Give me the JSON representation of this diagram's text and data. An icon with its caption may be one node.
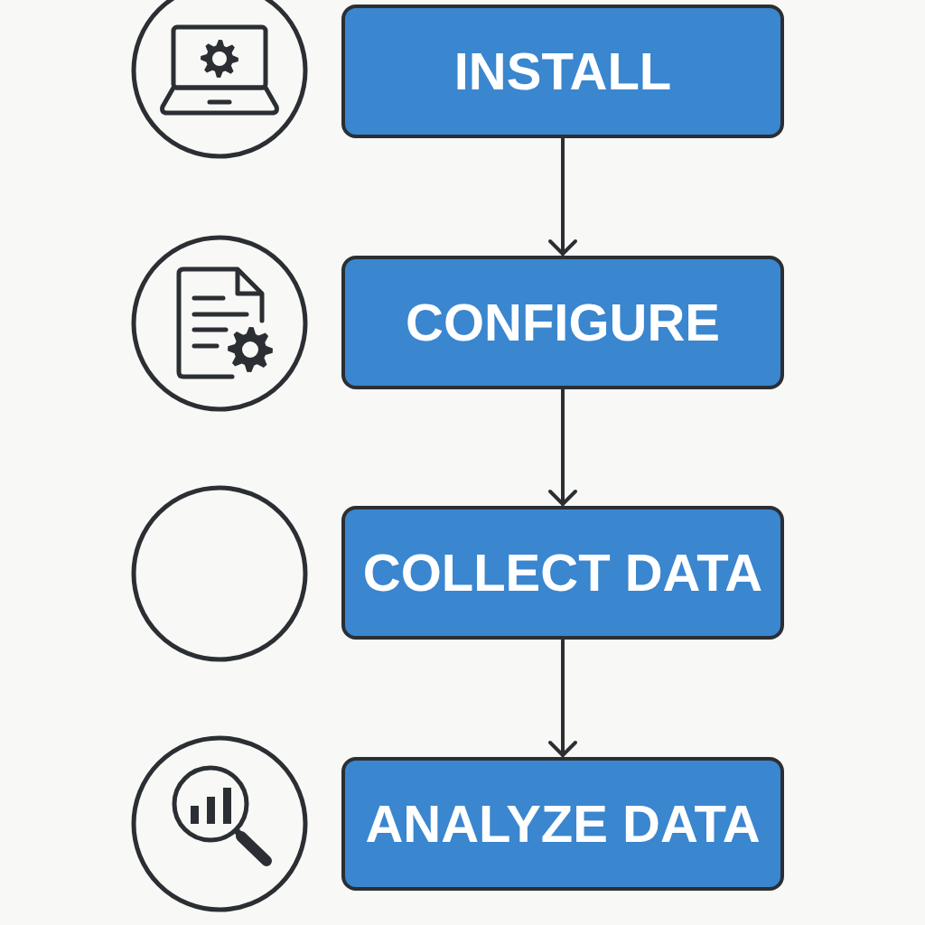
{
  "diagram": {
    "nodes": [
      {
        "text": [
          "INSTALL"
        ]
      },
      {
        "text": [
          "CONFIGURE"
        ]
      },
      {
        "text": [
          "COLLECT DATA"
        ]
      },
      {
        "text": [
          "ANALYZE DATA"
        ]
      }
    ],
    "edges": [
      {
        "from": 0,
        "to": 1,
        "arrow": "to"
      },
      {
        "from": 1,
        "to": 2,
        "arrow": "to"
      },
      {
        "from": 2,
        "to": 3,
        "arrow": "to"
      }
    ]
  }
}
